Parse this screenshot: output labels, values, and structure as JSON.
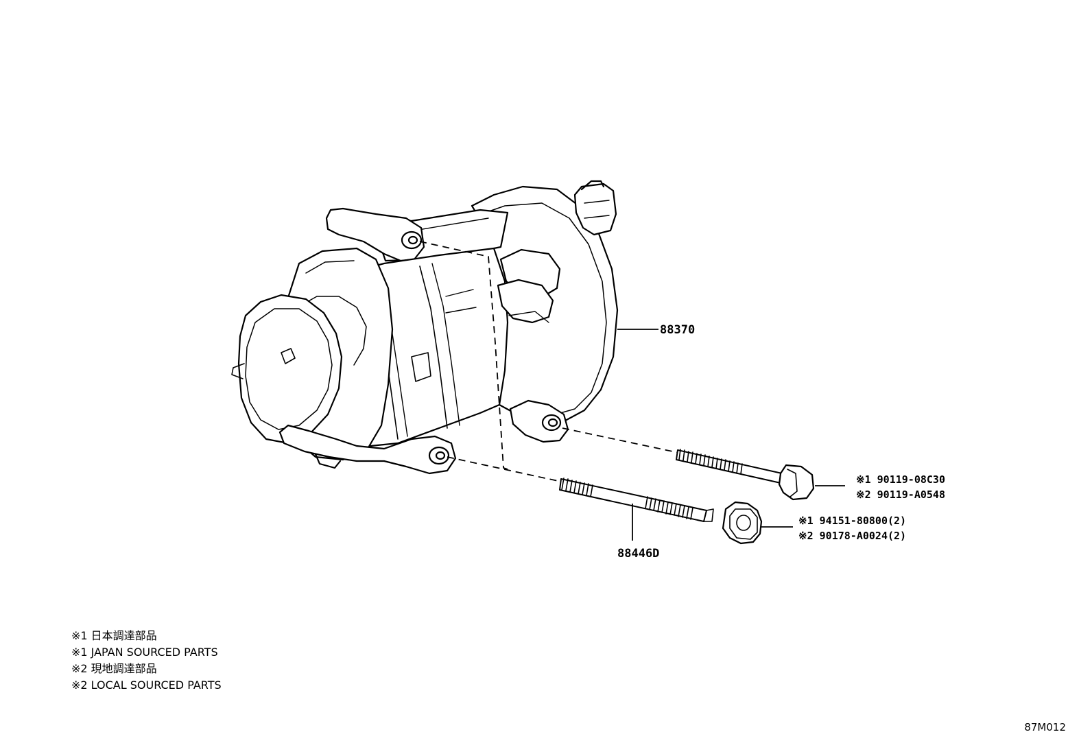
{
  "callouts": {
    "compressor": "88370",
    "stud": "88446D",
    "bolt_jp": "※1 90119-08C30",
    "bolt_local": "※2 90119-A0548",
    "nut_jp": "※1 94151-80800(2)",
    "nut_local": "※2 90178-A0024(2)"
  },
  "legend": [
    "※1 日本調達部品",
    "※1 JAPAN SOURCED PARTS",
    "※2 現地調達部品",
    "※2 LOCAL SOURCED PARTS"
  ],
  "diagram_code": "87M012"
}
